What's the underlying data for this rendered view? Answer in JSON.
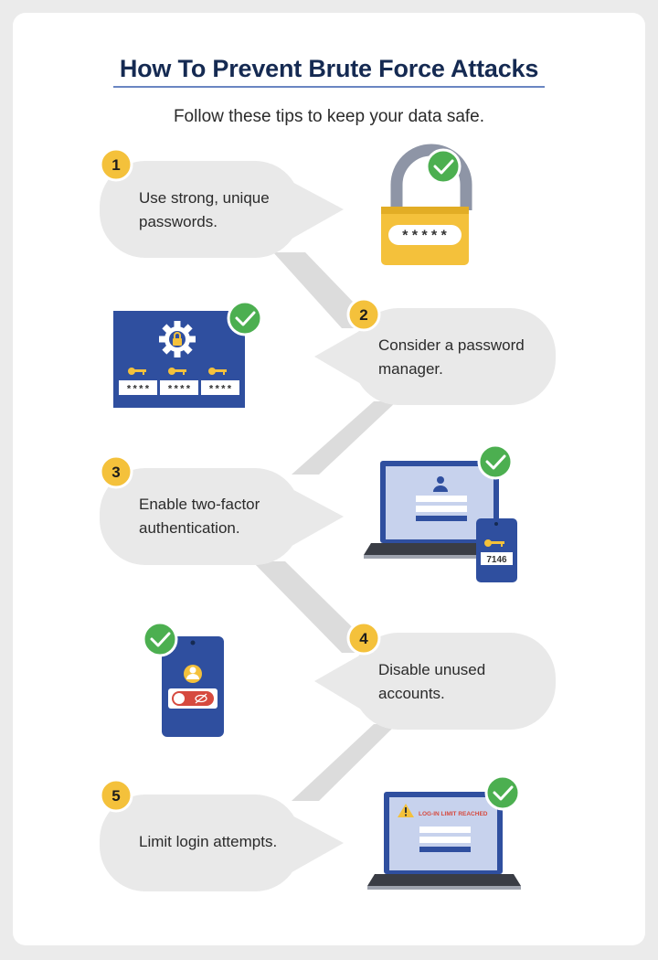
{
  "title": "How To Prevent Brute Force Attacks",
  "subtitle": "Follow these tips to keep your data safe.",
  "steps": [
    {
      "number": "1",
      "line1": "Use strong, unique",
      "line2": "passwords.",
      "icon": "padlock-icon"
    },
    {
      "number": "2",
      "line1": "Consider a password",
      "line2": "manager.",
      "icon": "password-manager-icon"
    },
    {
      "number": "3",
      "line1": "Enable two-factor",
      "line2": "authentication.",
      "icon": "laptop-phone-2fa-icon"
    },
    {
      "number": "4",
      "line1": "Disable unused",
      "line2": "accounts.",
      "icon": "phone-toggle-icon"
    },
    {
      "number": "5",
      "line1": "Limit login attempts.",
      "line2": "",
      "icon": "laptop-warning-icon"
    }
  ],
  "graphics": {
    "padlock_code": "*****",
    "manager_fields": [
      "****",
      "****",
      "****"
    ],
    "phone_code": "7146",
    "limit_message": "LOG-IN LIMIT REACHED"
  },
  "colors": {
    "navy": "#152a52",
    "blue": "#2f4f9f",
    "yellow": "#f4c13b",
    "green": "#4caf50",
    "bubble": "#e9e9e9",
    "connector": "#dcdcdc"
  }
}
